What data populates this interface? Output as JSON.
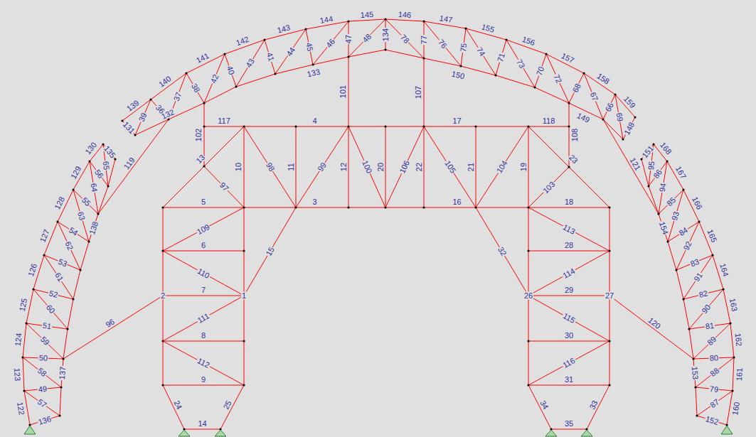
{
  "diagram": {
    "labels": [
      "139",
      "140",
      "141",
      "142",
      "143",
      "144",
      "145",
      "146",
      "147",
      "155",
      "156",
      "157",
      "158",
      "159",
      "131",
      "132",
      "133",
      "134",
      "150",
      "149",
      "148",
      "39",
      "36",
      "37",
      "38",
      "42",
      "40",
      "43",
      "41",
      "44",
      "45",
      "46",
      "47",
      "48",
      "78",
      "77",
      "76",
      "75",
      "74",
      "71",
      "73",
      "70",
      "72",
      "68",
      "67",
      "66",
      "69",
      "101",
      "107",
      "102",
      "108",
      "117",
      "4",
      "17",
      "118",
      "13",
      "23",
      "10",
      "98",
      "11",
      "99",
      "12",
      "100",
      "20",
      "106",
      "22",
      "105",
      "21",
      "104",
      "19",
      "97",
      "103",
      "5",
      "3",
      "16",
      "18",
      "15",
      "32",
      "109",
      "6",
      "110",
      "2",
      "7",
      "1",
      "111",
      "8",
      "112",
      "9",
      "24",
      "25",
      "14",
      "96",
      "113",
      "28",
      "114",
      "26",
      "29",
      "27",
      "115",
      "30",
      "116",
      "31",
      "34",
      "33",
      "35",
      "120",
      "119",
      "121",
      "122",
      "123",
      "124",
      "125",
      "126",
      "127",
      "128",
      "129",
      "130",
      "136",
      "57",
      "49",
      "58",
      "50",
      "59",
      "51",
      "60",
      "52",
      "61",
      "53",
      "62",
      "54",
      "63",
      "55",
      "64",
      "56",
      "65",
      "135",
      "137",
      "138",
      "160",
      "161",
      "162",
      "163",
      "164",
      "165",
      "166",
      "167",
      "168",
      "152",
      "87",
      "79",
      "88",
      "80",
      "89",
      "81",
      "90",
      "82",
      "91",
      "83",
      "92",
      "84",
      "93",
      "85",
      "94",
      "86",
      "95",
      "151",
      "153",
      "154"
    ]
  }
}
